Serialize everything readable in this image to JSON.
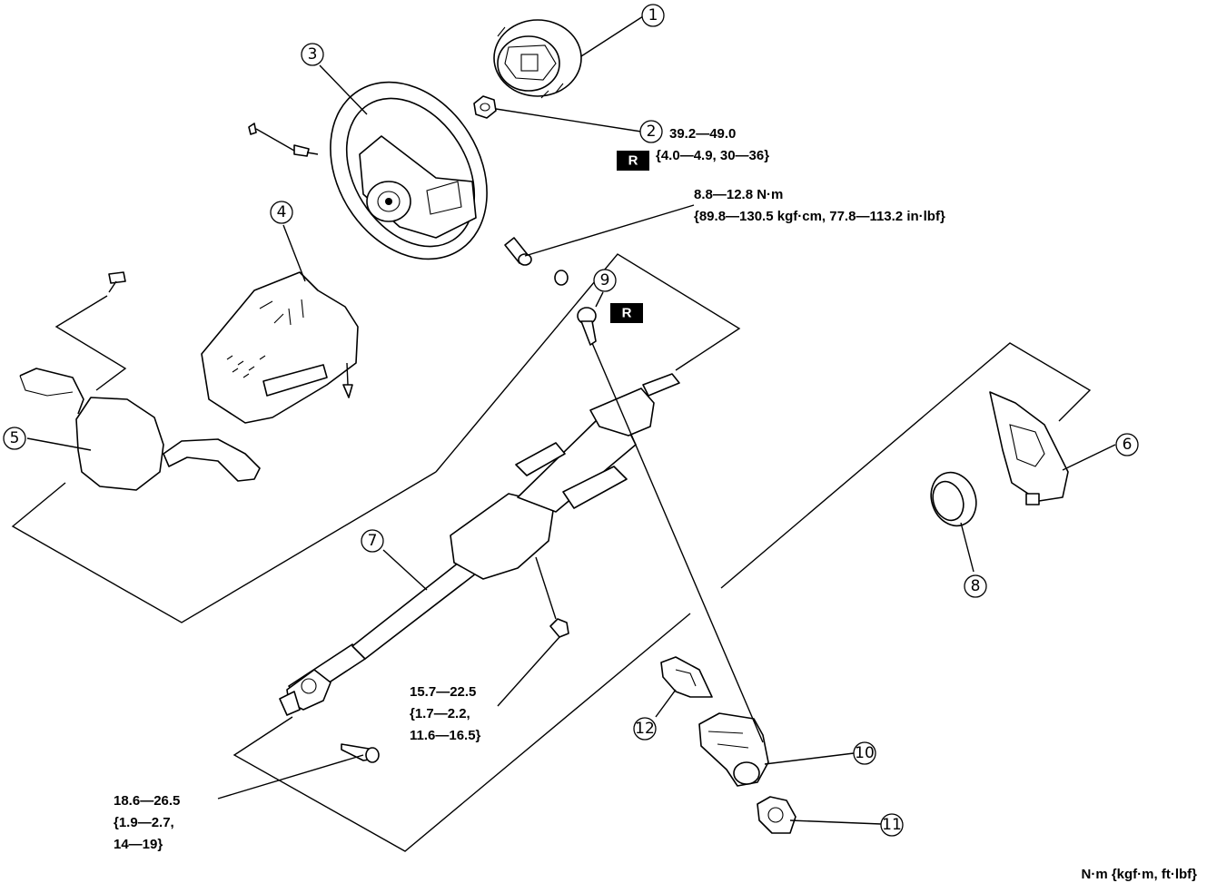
{
  "callouts": [
    "1",
    "2",
    "3",
    "4",
    "5",
    "6",
    "7",
    "8",
    "9",
    "10",
    "11",
    "12"
  ],
  "torque_specs": {
    "nut": {
      "line1": "39.2—49.0",
      "line2": "{4.0—4.9, 30—36}"
    },
    "airbag_bolt": {
      "line1": "8.8—12.8 N·m",
      "line2": "{89.8—130.5 kgf·cm, 77.8—113.2 in·lbf}"
    },
    "column_nut": {
      "line1": "15.7—22.5",
      "line2": "{1.7—2.2,",
      "line3": "11.6—16.5}"
    },
    "joint_bolt": {
      "line1": "18.6—26.5",
      "line2": "{1.9—2.7,",
      "line3": "14—19}"
    }
  },
  "replace_marks": [
    "R",
    "R"
  ],
  "units_note": "N·m {kgf·m, ft·lbf}"
}
